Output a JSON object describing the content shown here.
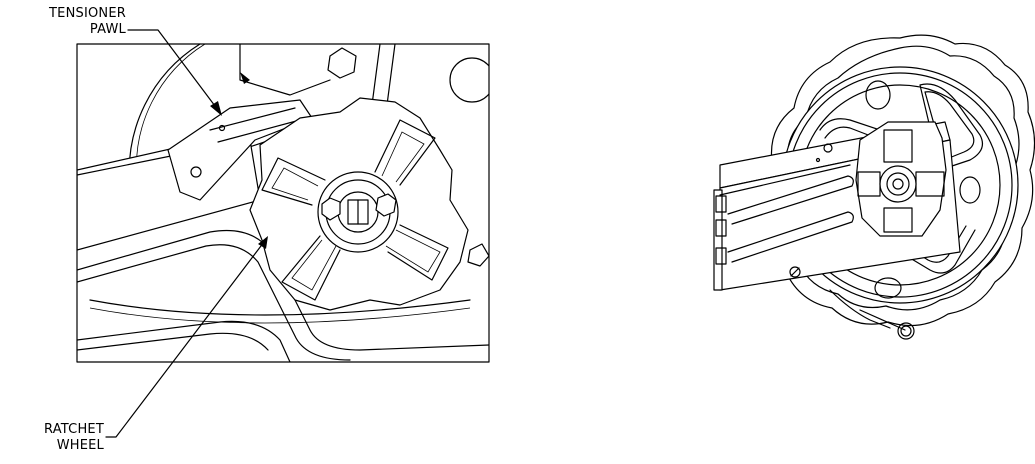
{
  "callouts": {
    "tensioner_pawl": {
      "line1": "TENSIONER",
      "line2": "PAWL"
    },
    "ratchet_wheel": {
      "line1": "RATCHET",
      "line2": "WHEEL"
    }
  },
  "colors": {
    "line": "#000000",
    "background": "#ffffff"
  }
}
